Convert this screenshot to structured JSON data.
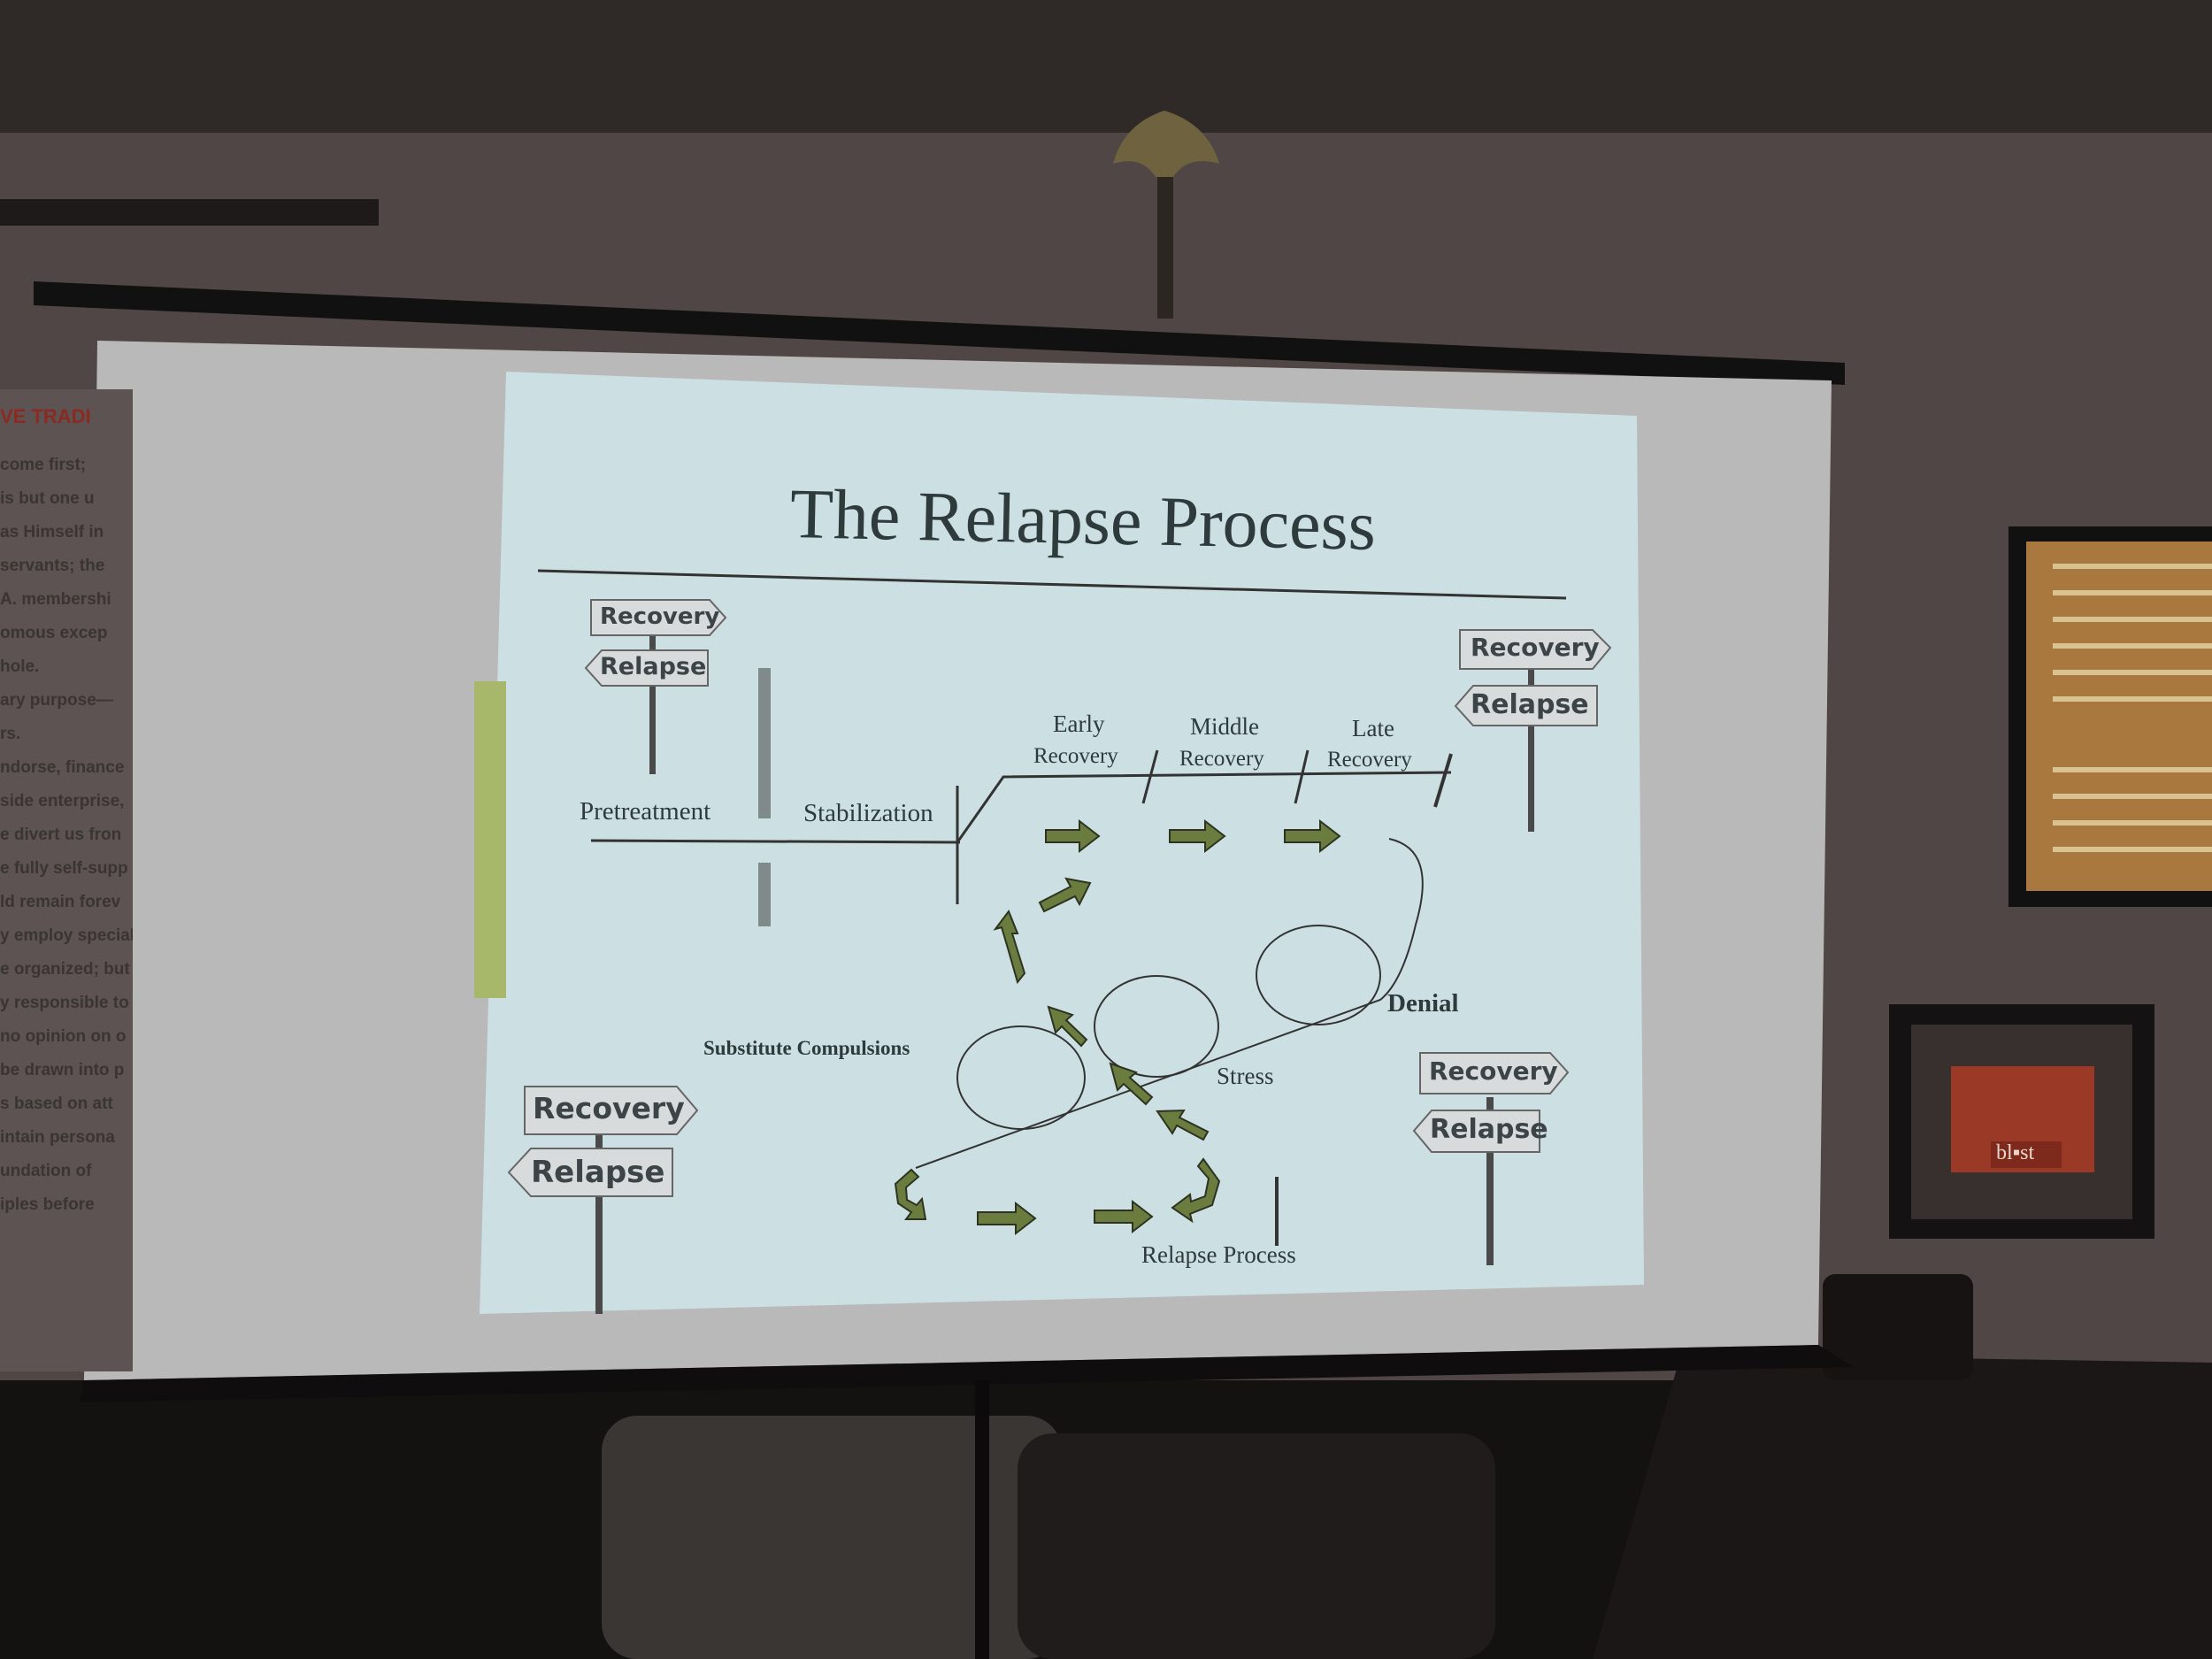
{
  "slide": {
    "title": "The Relapse Process",
    "labels": {
      "pretreatment": "Pretreatment",
      "stabilization": "Stabilization",
      "early_recovery": [
        "Early",
        "Recovery"
      ],
      "middle_recovery": [
        "Middle",
        "Recovery"
      ],
      "late_recovery": [
        "Late",
        "Recovery"
      ],
      "denial": "Denial",
      "stress": "Stress",
      "substitute_compulsions": "Substitute Compulsions",
      "relapse_process": "Relapse Process"
    },
    "signpost": {
      "top": "Recovery",
      "bottom": "Relapse"
    },
    "arrow_color": "#6a7d3e"
  },
  "wall_poster": {
    "heading": "VE TRADI",
    "lines": [
      "come first;",
      "is but one u",
      "as Himself in",
      "servants; the",
      "A. membershi",
      "omous excep",
      "hole.",
      "ary purpose—",
      "rs.",
      "ndorse, finance",
      "side enterprise,",
      "e divert us fron",
      "e fully self-supp",
      "ld remain forev",
      "y employ special",
      "e organized; but",
      "y responsible to",
      "no opinion on o",
      "be drawn into p",
      "s based on att",
      "intain persona",
      "undation of",
      "iples before"
    ]
  },
  "framed_picture": {
    "caption": "bl▪st"
  }
}
